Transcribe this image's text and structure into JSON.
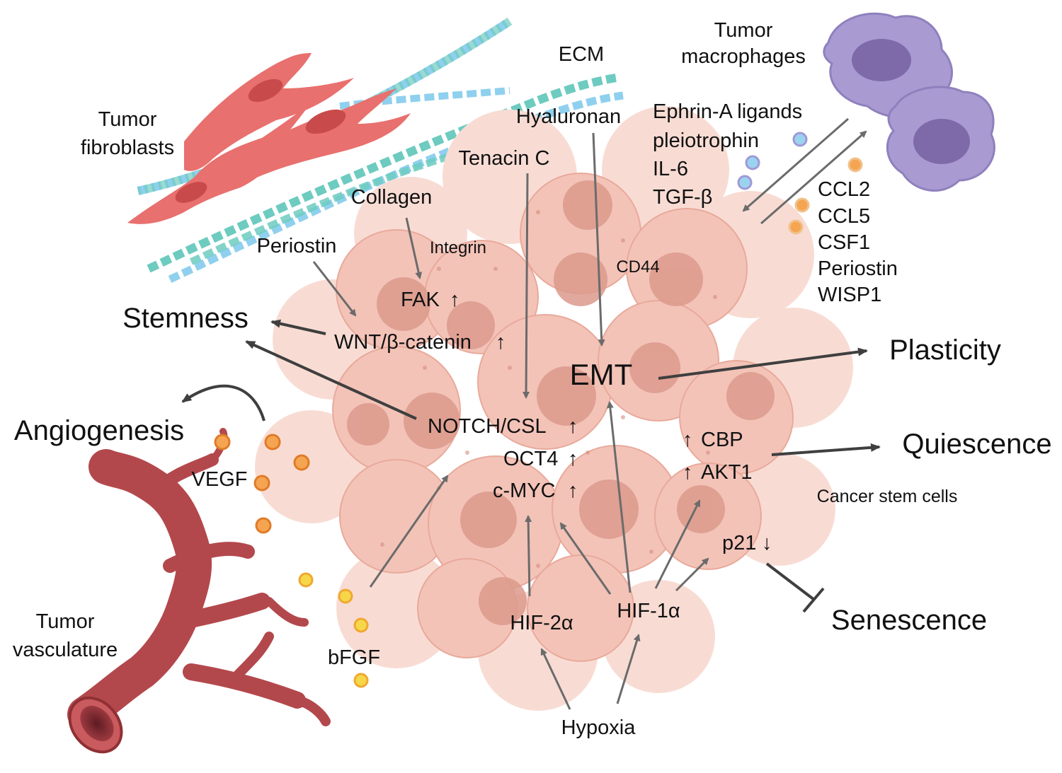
{
  "colors": {
    "cell_fill": "#f3c3b8",
    "cell_fill_light": "#f8dcd4",
    "nucleus": "#dc9a8c",
    "fibroblast": "#e8706e",
    "fibroblast_nucleus": "#c94a4a",
    "vessel": "#b3484c",
    "vessel_dark": "#7f2a30",
    "macrophage": "#a99ad2",
    "macrophage_nucleus": "#7e6aa8",
    "ecm_teal": "#6dcbc0",
    "ecm_blue": "#8fd0ee",
    "dot_orange": "#f5a552",
    "dot_yellow": "#f7d74a",
    "dot_blue": "#9ad3f0",
    "arrow": "#6b6b6b",
    "arrow_dark": "#3f3f3f"
  },
  "labels": {
    "tumor_fibroblasts": [
      "Tumor",
      "fibroblasts"
    ],
    "ecm": "ECM",
    "tumor_macrophages": [
      "Tumor",
      "macrophages"
    ],
    "hyaluronan": "Hyaluronan",
    "tenacin_c": "Tenacin C",
    "collagen": "Collagen",
    "integrin": "Integrin",
    "periostin_left": "Periostin",
    "cd44": "CD44",
    "fak": "FAK",
    "stemness": "Stemness",
    "wnt": "WNT/β-catenin",
    "emt": "EMT",
    "plasticity": "Plasticity",
    "angiogenesis": "Angiogenesis",
    "notch": "NOTCH/CSL",
    "oct4": "OCT4",
    "cmyc": "c-MYC",
    "cbp": "CBP",
    "akt1": "AKT1",
    "quiescence": "Quiescence",
    "cancer_stem_cells": "Cancer stem cells",
    "vegf": "VEGF",
    "p21": "p21",
    "senescence": "Senescence",
    "tumor_vasculature": [
      "Tumor",
      "vasculature"
    ],
    "hif2a": "HIF-2α",
    "hif1a": "HIF-1α",
    "bfgf": "bFGF",
    "hypoxia": "Hypoxia",
    "up": "↑",
    "down": "↓"
  },
  "macrophage_received": [
    "Ephrin-A ligands",
    "pleiotrophin",
    "IL-6",
    "TGF-β"
  ],
  "macrophage_secreted": [
    "CCL2",
    "CCL5",
    "CSF1",
    "Periostin",
    "WISP1"
  ]
}
